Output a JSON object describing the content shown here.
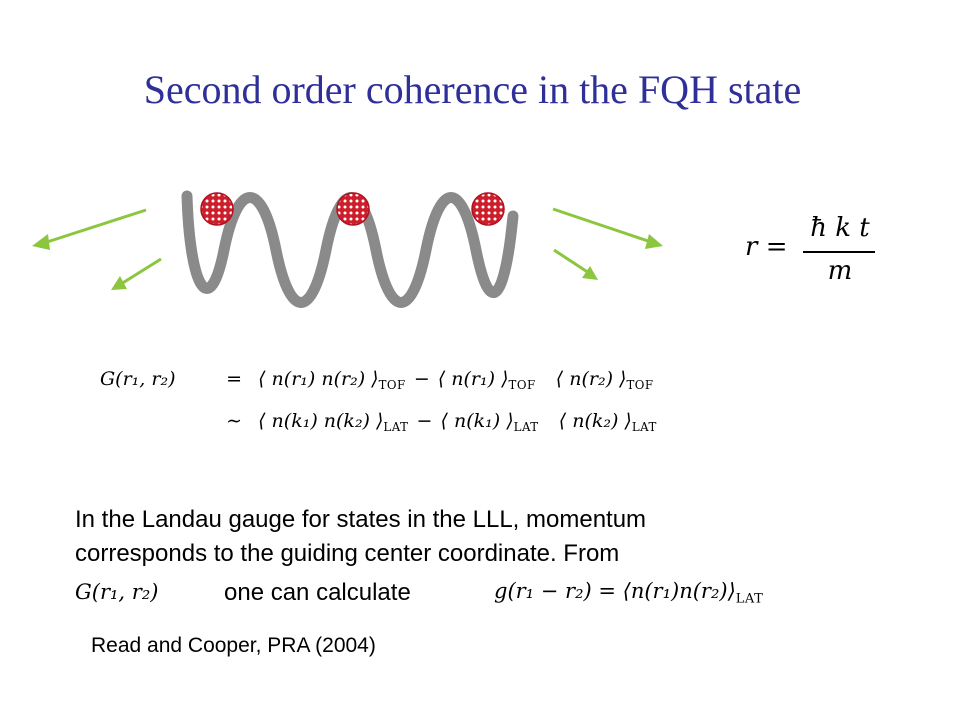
{
  "slide": {
    "title": "Second order coherence in the FQH state",
    "colors": {
      "title": "#2f2f9a",
      "lattice": "#8a8a8a",
      "atom": "#cc1f2b",
      "arrow": "#8cc63f"
    },
    "illustration": {
      "atom_count": 3,
      "arrow_count": 4
    },
    "equations": {
      "radius": {
        "lhs": "r =",
        "numerator": "ħ k t",
        "denominator": "m"
      },
      "g_line1": {
        "lhs": "G(r₁, r₂)",
        "rel": "=",
        "t1": "⟨ n(r₁) n(r₂) ⟩",
        "s1": "TOF",
        "minus": "−",
        "t2": "⟨ n(r₁) ⟩",
        "s2": "TOF",
        "t3": "⟨ n(r₂) ⟩",
        "s3": "TOF"
      },
      "g_line2": {
        "rel": "∼",
        "t1": "⟨ n(k₁) n(k₂) ⟩",
        "s1": "LAT",
        "minus": "−",
        "t2": "⟨ n(k₁) ⟩",
        "s2": "LAT",
        "t3": "⟨ n(k₂) ⟩",
        "s3": "LAT"
      }
    },
    "body": {
      "line1": "In the Landau gauge for states in the LLL, momentum",
      "line2": "corresponds to the guiding center coordinate. From",
      "inline_g": "G(r₁, r₂)",
      "middle": "one can calculate",
      "inline_corr": "g(r₁ − r₂) = ⟨n(r₁)n(r₂)⟩",
      "inline_corr_sub": "LAT"
    },
    "reference": "Read and Cooper, PRA (2004)"
  }
}
